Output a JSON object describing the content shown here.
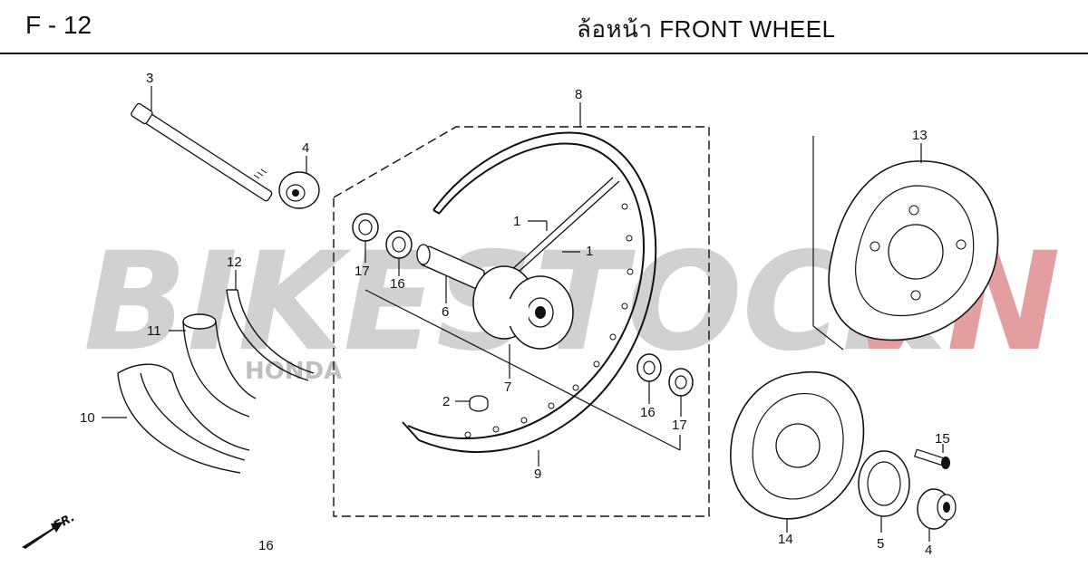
{
  "header": {
    "code": "F - 12",
    "title": "ล้อหน้า  FRONT WHEEL"
  },
  "watermark": {
    "text_main": "BIKESTOCK",
    "text_suffix": "VN",
    "sub_logo": "HONDA",
    "color_main": "#c8c8c8",
    "color_accent": "#e08888"
  },
  "direction_marker": {
    "label": "FR.",
    "icon": "arrow-left-down-icon"
  },
  "callouts": {
    "c3": "3",
    "c4a": "4",
    "c8": "8",
    "c13": "13",
    "c1a": "1",
    "c1b": "1",
    "c17a": "17",
    "c16a": "16",
    "c6": "6",
    "c12": "12",
    "c11": "11",
    "c7": "7",
    "c2": "2",
    "c10": "10",
    "c16b": "16",
    "c17b": "17",
    "c9": "9",
    "c15": "15",
    "c14": "14",
    "c5": "5",
    "c4b": "4",
    "c16c": "16"
  },
  "colors": {
    "line": "#111111",
    "rotor_fill": "#ffffff"
  }
}
